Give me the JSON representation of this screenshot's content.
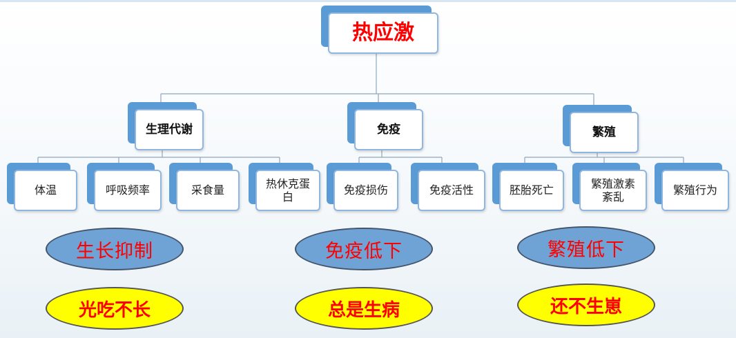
{
  "root": {
    "label": "热应激"
  },
  "categories": [
    {
      "label": "生理代谢",
      "children": [
        "体温",
        "呼吸频率",
        "采食量",
        "热休克蛋白"
      ],
      "effect": "生长抑制",
      "slogan": "光吃不长"
    },
    {
      "label": "免疫",
      "children": [
        "免疫损伤",
        "免疫活性"
      ],
      "effect": "免疫低下",
      "slogan": "总是生病"
    },
    {
      "label": "繁殖",
      "children": [
        "胚胎死亡",
        "繁殖激素紊乱",
        "繁殖行为"
      ],
      "effect": "繁殖低下",
      "slogan": "还不生崽"
    }
  ],
  "colors": {
    "accent_red": "#ff0000",
    "box_blue": "#5b9bd5",
    "ellipse_blue": "#6fa3d6",
    "ellipse_yellow": "#ffff00"
  }
}
